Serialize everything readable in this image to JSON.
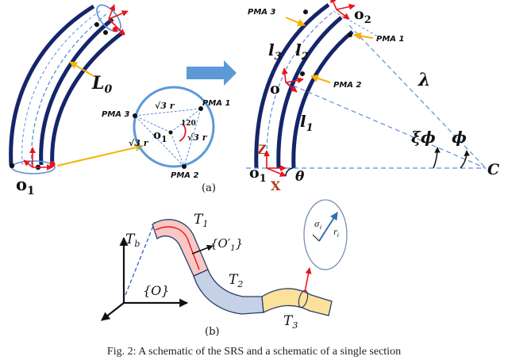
{
  "panel_a": {
    "label": "(a)",
    "left": {
      "origin": "o",
      "origin_sub": "1",
      "length_label": "L",
      "length_sub": "0"
    },
    "cross_section": {
      "pma1": "PMA 1",
      "pma2": "PMA 2",
      "pma3": "PMA 3",
      "center": "o",
      "center_sub": "1",
      "angle": "120",
      "dist_a": "√3 r",
      "dist_b": "√3 r",
      "dist_c": "√3 r"
    },
    "right": {
      "pma3": "PMA 3",
      "pma1": "PMA 1",
      "pma2": "PMA 2",
      "o2": "o",
      "o2_sub": "2",
      "o_mid": "o",
      "o1": "o",
      "o1_sub": "1",
      "l3": "l",
      "l3_sub": "3",
      "l2": "l",
      "l2_sub": "2",
      "l1": "l",
      "l1_sub": "1",
      "lambda": "λ",
      "xi_phi": "ξϕ",
      "phi": "ϕ",
      "center": "C",
      "z_axis": "Z",
      "x_axis": "X",
      "theta": "θ"
    }
  },
  "panel_b": {
    "label": "(b)",
    "t1": "T",
    "t1_sub": "1",
    "t2": "T",
    "t2_sub": "2",
    "t3": "T",
    "t3_sub": "3",
    "tb": "T",
    "tb_sub": "b",
    "frame_o": "{O}",
    "frame_o1": "{O′",
    "frame_o1_sub": "1",
    "frame_o1_close": "}",
    "sigma": "σ",
    "sigma_sub": "i",
    "r": "r",
    "r_sub": "i"
  },
  "caption": "Fig. 2: A schematic of the SRS and a schematic of a single section"
}
